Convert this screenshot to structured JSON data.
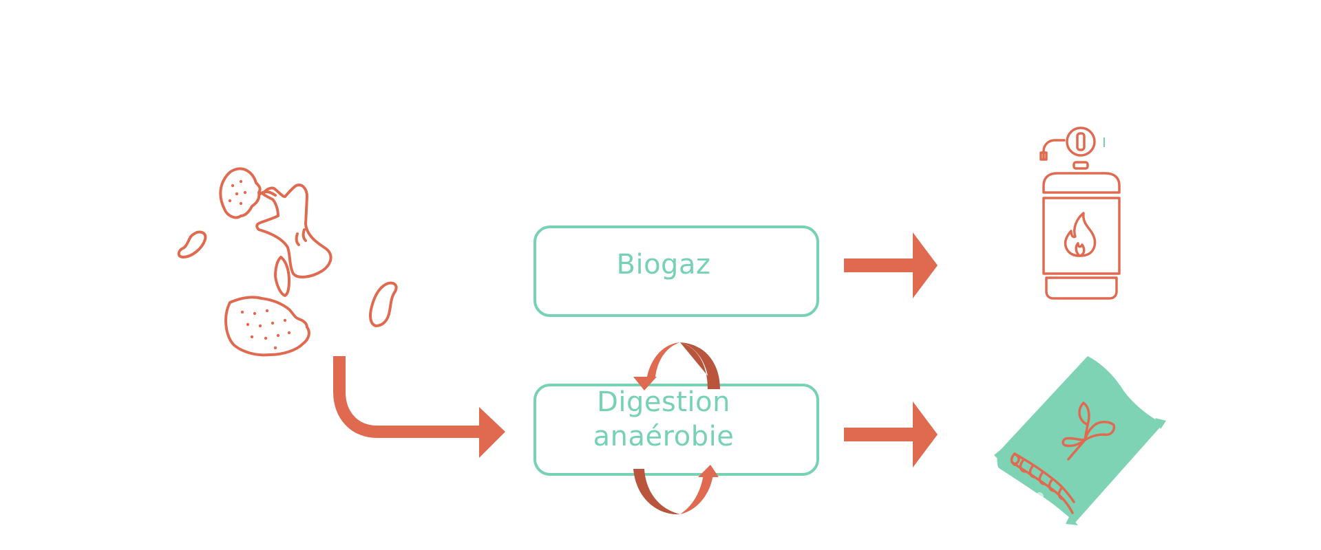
{
  "diagram": {
    "boxes": {
      "biogas_label": "Biogaz",
      "digestion_line1": "Digestion",
      "digestion_line2": "anaérobie"
    },
    "colors": {
      "accent": "#e06a50",
      "accent_dark": "#b9553c",
      "teal": "#77d1b5",
      "background": "#ffffff"
    },
    "icons": [
      "food-waste-icon",
      "biogas-cylinder-icon",
      "fertilizer-bag-icon",
      "cycle-arrows-icon"
    ]
  }
}
